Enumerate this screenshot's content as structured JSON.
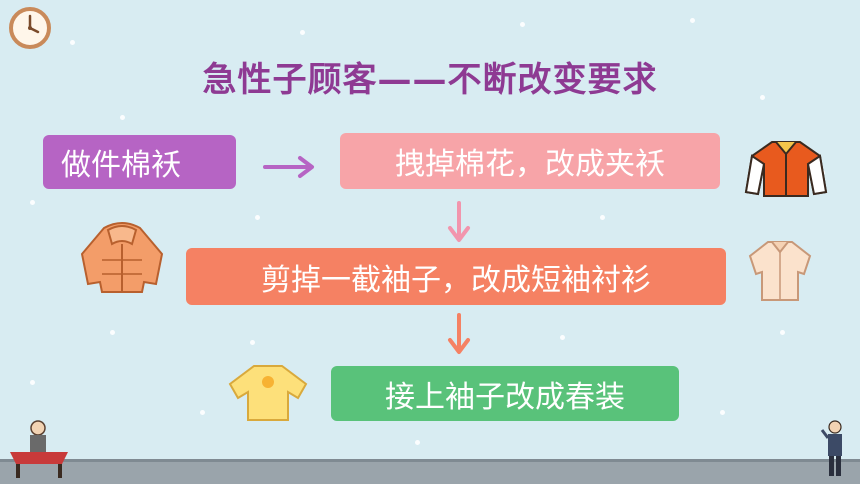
{
  "title": "急性子顾客——不断改变要求",
  "steps": [
    {
      "text": "做件棉袄"
    },
    {
      "text": "拽掉棉花，改成夹袄"
    },
    {
      "text": "剪掉一截袖子，改成短袖衬衫"
    },
    {
      "text": "接上袖子改成春装"
    }
  ],
  "colors": {
    "title": "#8e3a93",
    "step1": "#b664c4",
    "step2": "#f7a4a8",
    "step3": "#f58163",
    "step4": "#59c27a",
    "arrow": "#f295ad"
  },
  "icons": [
    "clock-icon",
    "down-jacket-icon",
    "varsity-jacket-icon",
    "shirt-icon",
    "sweater-icon",
    "tailor-icon",
    "man-icon"
  ]
}
